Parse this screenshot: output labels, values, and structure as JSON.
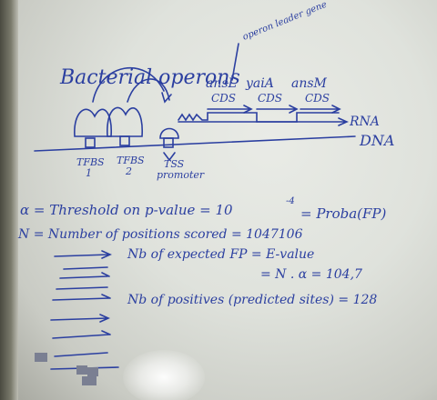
{
  "diagram": {
    "title": "Bacterial operons",
    "operon_leader": "operon leader gene",
    "genes": [
      "ansL",
      "yaiA",
      "ansM"
    ],
    "cds_labels": [
      "CDS",
      "CDS",
      "CDS"
    ],
    "rna_label": "RNA",
    "dna_label": "DNA",
    "tfbs_1": "TFBS",
    "tfbs_1_num": "1",
    "tfbs_2": "TFBS",
    "tfbs_2_num": "2",
    "tss": "TSS",
    "promoter": "promoter"
  },
  "notes": {
    "alpha_def": "α = Threshold on p-value = 10",
    "alpha_exp": "-4",
    "alpha_proba": "= Proba(FP)",
    "n_def": "N = Number of positions scored = 1047106",
    "expected_fp": "Nb of expected FP = E-value",
    "evalue": "= N . α = 104,7",
    "positives": "Nb of positives (predicted sites) = 128"
  },
  "colors": {
    "ink": "#2b3fa0",
    "board": "#e5e7e2"
  }
}
